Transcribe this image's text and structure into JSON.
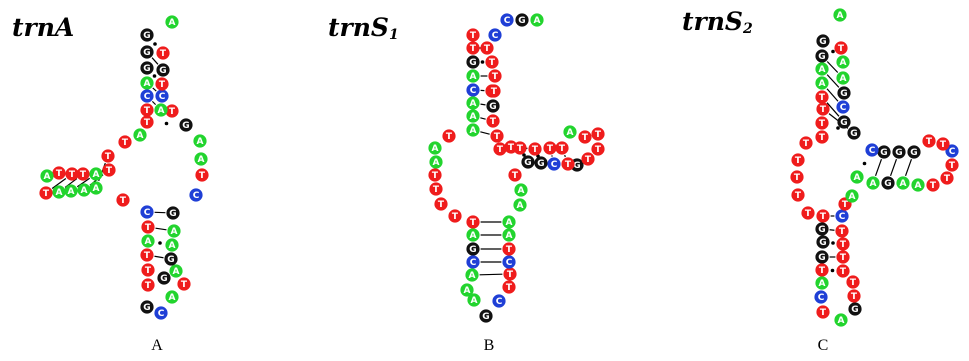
{
  "colors": {
    "A": "#22d42e",
    "T": "#ef1c1c",
    "G": "#111111",
    "C": "#1f3fd6",
    "bond": "#000000"
  },
  "panels": [
    {
      "id": "A",
      "title": "trnA",
      "title_sub": "",
      "label": "A",
      "residues": [
        "G",
        "G",
        "G",
        "A",
        "C",
        "T",
        "T",
        "A",
        "T",
        "T",
        "T",
        "A",
        "T",
        "T",
        "T",
        "A",
        "A",
        "A",
        "A",
        "A",
        "T",
        "T",
        "C",
        "T",
        "A",
        "T",
        "T",
        "T",
        "G",
        "C",
        "A",
        "T",
        "G",
        "A",
        "G",
        "A",
        "A",
        "G",
        "C",
        "T",
        "A",
        "A",
        "G",
        "T",
        "A",
        "C",
        "T",
        "G",
        "T",
        "A"
      ],
      "pairs": [
        {
          "symbol": "*"
        },
        {
          "symbol": "-"
        },
        {
          "symbol": "*"
        },
        {
          "symbol": "-"
        },
        {
          "symbol": "-"
        },
        {
          "symbol": "-"
        },
        {
          "symbol": "*"
        },
        {
          "symbol": "-"
        },
        {
          "symbol": "-"
        },
        {
          "symbol": "-"
        },
        {
          "symbol": "-"
        },
        {
          "symbol": "-"
        },
        {
          "symbol": "-"
        },
        {
          "symbol": "-"
        },
        {
          "symbol": "*"
        },
        {
          "symbol": "-"
        }
      ]
    },
    {
      "id": "B",
      "title": "trnS",
      "title_sub": "1",
      "label": "B",
      "residues": [
        "T",
        "T",
        "G",
        "A",
        "C",
        "A",
        "A",
        "A",
        "T",
        "A",
        "A",
        "T",
        "T",
        "T",
        "T",
        "T",
        "A",
        "G",
        "C",
        "A",
        "A",
        "A",
        "G",
        "C",
        "T",
        "T",
        "C",
        "T",
        "A",
        "A",
        "A",
        "A",
        "T",
        "T",
        "T",
        "T",
        "T",
        "T",
        "G",
        "T",
        "T",
        "T",
        "T",
        "A",
        "T",
        "T",
        "G",
        "T",
        "T",
        "T",
        "T",
        "C",
        "C",
        "G",
        "A",
        "G",
        "G",
        "C",
        "T",
        "T",
        "T"
      ],
      "pairs": [
        {
          "symbol": "-"
        },
        {
          "symbol": "*"
        },
        {
          "symbol": "-"
        },
        {
          "symbol": "-"
        },
        {
          "symbol": "-"
        },
        {
          "symbol": "-"
        },
        {
          "symbol": "-"
        },
        {
          "symbol": "-"
        },
        {
          "symbol": "-"
        },
        {
          "symbol": "-"
        },
        {
          "symbol": "-"
        },
        {
          "symbol": "-"
        },
        {
          "symbol": "-"
        },
        {
          "symbol": "*"
        },
        {
          "symbol": "*"
        },
        {
          "symbol": "-"
        },
        {
          "symbol": "-"
        },
        {
          "symbol": "-"
        }
      ]
    },
    {
      "id": "C",
      "title": "trnS",
      "title_sub": "2",
      "label": "C",
      "residues": [
        "G",
        "G",
        "A",
        "A",
        "T",
        "T",
        "T",
        "T",
        "T",
        "T",
        "T",
        "T",
        "T",
        "T",
        "G",
        "G",
        "G",
        "T",
        "A",
        "C",
        "T",
        "A",
        "G",
        "T",
        "T",
        "T",
        "T",
        "T",
        "T",
        "C",
        "T",
        "A",
        "A",
        "A",
        "G",
        "A",
        "A",
        "T",
        "T",
        "T",
        "C",
        "T",
        "T",
        "G",
        "G",
        "G",
        "C",
        "G",
        "G",
        "C",
        "G",
        "A",
        "A",
        "T",
        "A"
      ],
      "pairs": [
        {
          "symbol": "*"
        },
        {
          "symbol": "-"
        },
        {
          "symbol": "-"
        },
        {
          "symbol": "-"
        },
        {
          "symbol": "-"
        },
        {
          "symbol": "-"
        },
        {
          "symbol": "*"
        },
        {
          "symbol": "-"
        },
        {
          "symbol": "-"
        },
        {
          "symbol": "*"
        },
        {
          "symbol": "-"
        },
        {
          "symbol": "*"
        },
        {
          "symbol": "*"
        },
        {
          "symbol": "-"
        },
        {
          "symbol": "-"
        },
        {
          "symbol": "-"
        }
      ]
    }
  ]
}
